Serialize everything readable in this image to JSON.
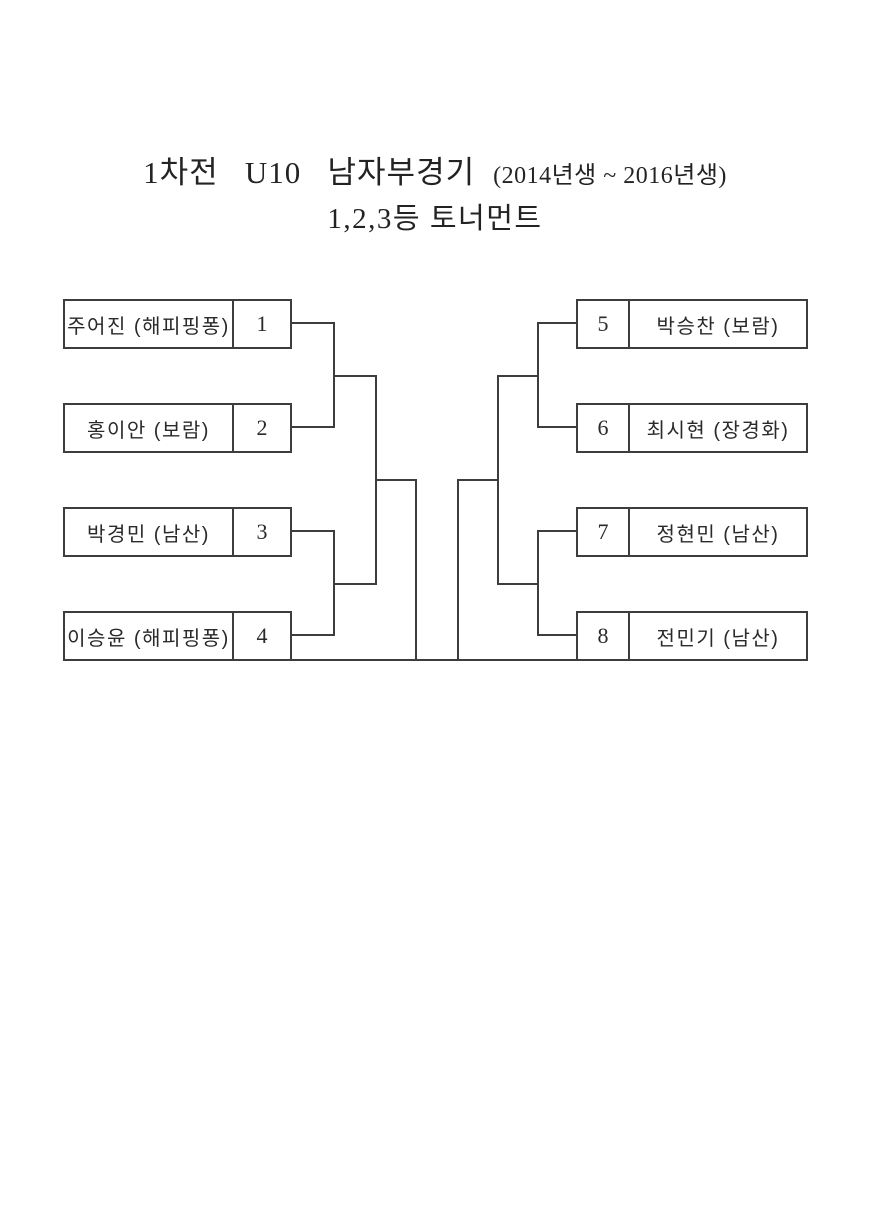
{
  "title": {
    "line1_main": "1차전   U10   남자부경기",
    "line1_sub": "(2014년생 ~ 2016년생)",
    "line2": "1,2,3등 토너먼트"
  },
  "bracket": {
    "left": [
      {
        "name": "주어진 (해피핑퐁)",
        "seed": "1"
      },
      {
        "name": "홍이안 (보람)",
        "seed": "2"
      },
      {
        "name": "박경민 (남산)",
        "seed": "3"
      },
      {
        "name": "이승윤 (해피핑퐁)",
        "seed": "4"
      }
    ],
    "right": [
      {
        "name": "박승찬 (보람)",
        "seed": "5"
      },
      {
        "name": "최시현 (장경화)",
        "seed": "6"
      },
      {
        "name": "정현민 (남산)",
        "seed": "7"
      },
      {
        "name": "전민기 (남산)",
        "seed": "8"
      }
    ]
  },
  "colors": {
    "line": "#3d3d3d",
    "text": "#2a2a2a",
    "background": "#ffffff"
  }
}
